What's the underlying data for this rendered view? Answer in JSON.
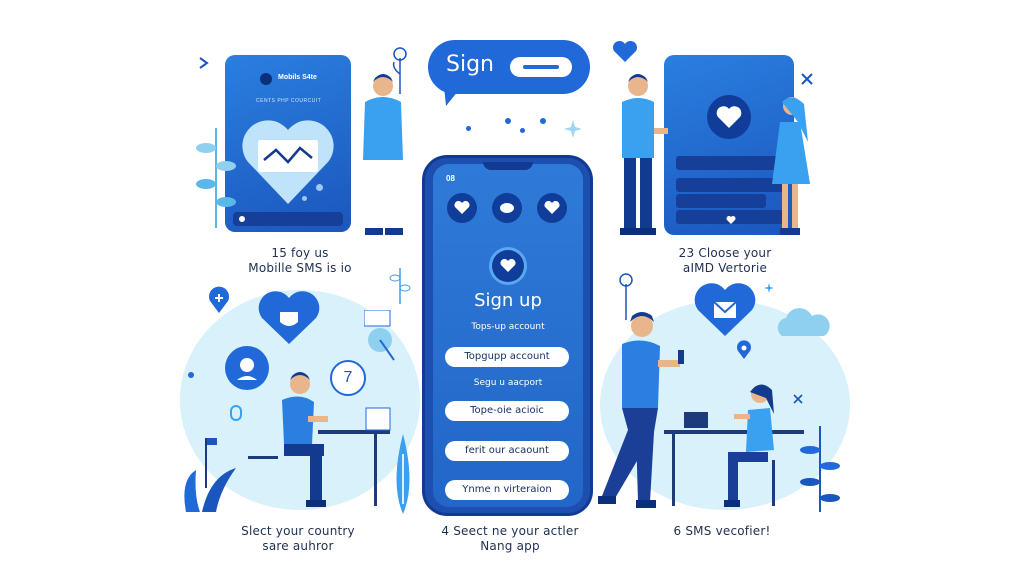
{
  "bubble": {
    "label": "Sign"
  },
  "left_panel": {
    "brand": "Mobils S4te",
    "nav": "CENTS   PHP   COURCUIT",
    "footer_icon": "dark-circle-icon"
  },
  "phone": {
    "status": "08",
    "title": "Sign up",
    "subtitle": "Tops-up account",
    "fields": [
      {
        "label": "Topgupp account",
        "caption": "Segu u aacport"
      },
      {
        "label": "Tope-oie acioic",
        "caption": ""
      },
      {
        "label": "ferit our acaount",
        "caption": ""
      },
      {
        "label": "Ynme n virteraion",
        "caption": ""
      }
    ]
  },
  "captions": {
    "top_left": [
      "15 foy us",
      "Mobille SMS is io"
    ],
    "top_right": [
      "23 Cloose your",
      "aIMD Vertorie"
    ],
    "bottom_left": [
      "Slect your country",
      "sare auhror"
    ],
    "bottom_center": [
      "4 Seect ne your actler",
      "Nang app"
    ],
    "bottom_right": [
      "6 SMS vecofier!"
    ]
  },
  "badge_number": "7",
  "colors": {
    "primary": "#2168d8",
    "dark": "#0f3d99",
    "light": "#d8f1fb",
    "accent": "#3aa0f0"
  },
  "icons": [
    "heart-icon",
    "chevron-right-icon",
    "close-icon",
    "cloud-icon",
    "plus-icon",
    "mail-heart-icon",
    "smiley-icon",
    "leaf-icon",
    "flower-icon"
  ]
}
